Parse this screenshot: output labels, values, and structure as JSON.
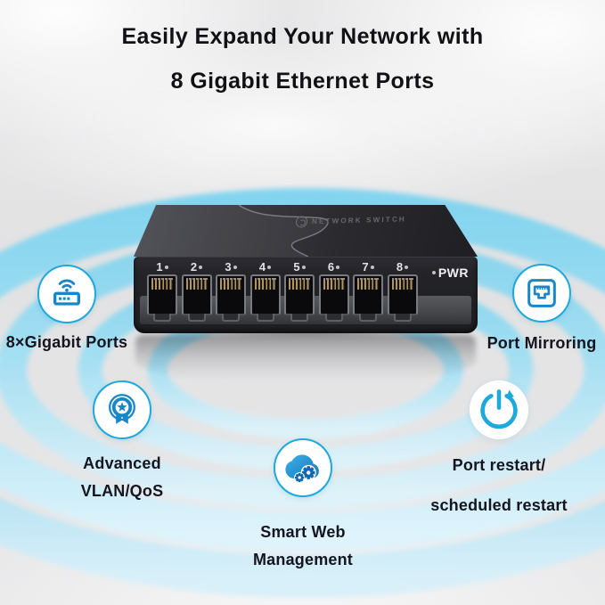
{
  "title": {
    "line1": "Easily Expand Your Network with",
    "line2": "8 Gigabit Ethernet Ports"
  },
  "device": {
    "brand": "NETWORK SWITCH",
    "port_labels": [
      "1",
      "2",
      "3",
      "4",
      "5",
      "6",
      "7",
      "8"
    ],
    "power_label": "PWR"
  },
  "features": [
    {
      "id": "gigabit-ports",
      "icon": "router-ports-icon",
      "label": "8×Gigabit Ports"
    },
    {
      "id": "port-mirroring",
      "icon": "ethernet-port-icon",
      "label": "Port Mirroring"
    },
    {
      "id": "advanced-vlan-qos",
      "icon": "medal-icon",
      "label": "Advanced VLAN/QoS"
    },
    {
      "id": "port-restart",
      "icon": "restart-power-icon",
      "label_lines": [
        "Port restart/",
        "scheduled restart"
      ]
    },
    {
      "id": "smart-web-management",
      "icon": "cloud-gear-icon",
      "label": "Smart Web Management"
    }
  ],
  "colors": {
    "accent": "#1DA9DB",
    "icon_blue": "#1787C8",
    "ring_cyan": "#8FD8F1",
    "title_text": "#111114",
    "label_text": "#15151F"
  }
}
